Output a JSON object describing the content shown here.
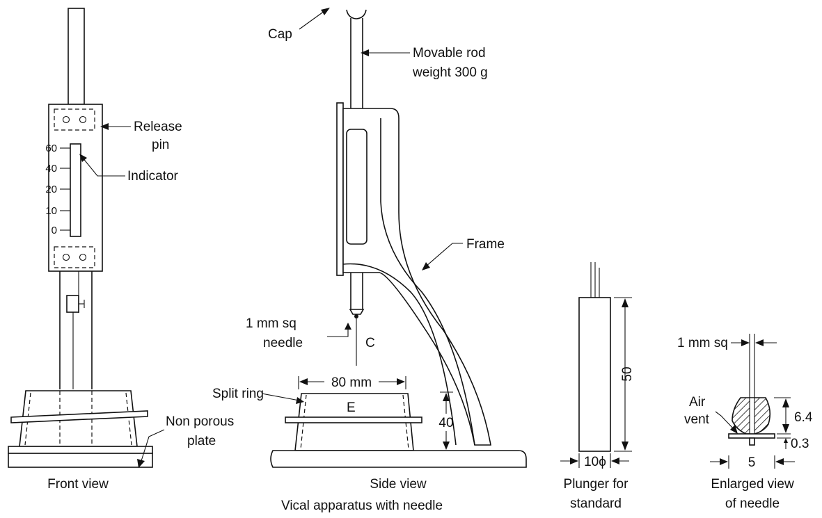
{
  "labels": {
    "cap": "Cap",
    "movable_rod_1": "Movable rod",
    "movable_rod_2": "weight 300 g",
    "release_pin_1": "Release",
    "release_pin_2": "pin",
    "indicator": "Indicator",
    "frame": "Frame",
    "needle_1": "1 mm sq",
    "needle_2": "needle",
    "c_mark": "C",
    "split_ring": "Split ring",
    "dim_80mm": "80 mm",
    "e_mark": "E",
    "dim_40": "40",
    "non_porous_1": "Non porous",
    "non_porous_2": "plate",
    "front_view": "Front view",
    "side_view": "Side view",
    "caption": "Vical apparatus with needle",
    "dim_50": "50",
    "dim_10phi": "10ϕ",
    "plunger_1": "Plunger for",
    "plunger_2": "standard",
    "needle_sq": "1 mm sq",
    "air_vent_1": "Air",
    "air_vent_2": "vent",
    "dim_6_4": "6.4",
    "dim_0_3": "0.3",
    "dim_5": "5",
    "enlarged_1": "Enlarged view",
    "enlarged_2": "of needle"
  },
  "scale": [
    "60",
    "40",
    "20",
    "10",
    "0"
  ]
}
